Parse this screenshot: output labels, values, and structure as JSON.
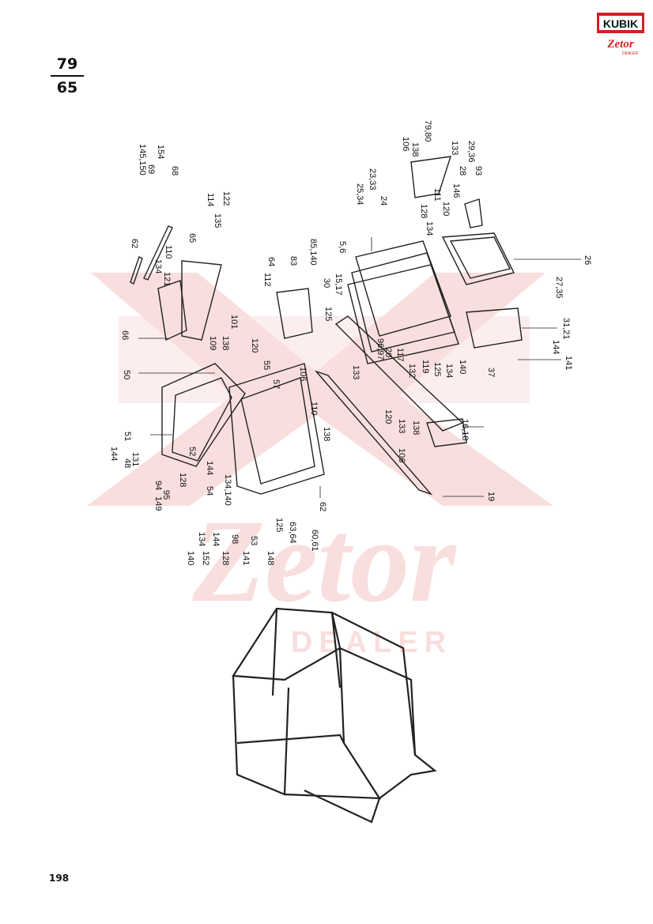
{
  "figure_code": {
    "numerator": "79",
    "denominator": "65"
  },
  "logo": {
    "brand": "KUBIK",
    "subbrand": "Zetor",
    "tag": "DEALER"
  },
  "watermark": {
    "brand": "Zetor",
    "tag": "DEALER"
  },
  "page_number": "198",
  "callouts": [
    "62",
    "145,150",
    "69",
    "154",
    "68",
    "114",
    "122",
    "65",
    "135",
    "110",
    "134",
    "121",
    "66",
    "109",
    "138",
    "101",
    "112",
    "64",
    "83",
    "85,140",
    "5,6",
    "30",
    "15,17",
    "125",
    "120",
    "106",
    "55",
    "57",
    "50",
    "51",
    "144",
    "131",
    "48",
    "52",
    "128",
    "94",
    "95",
    "149",
    "54",
    "134,140",
    "144",
    "140",
    "134",
    "152",
    "144",
    "128",
    "98",
    "141",
    "53",
    "148",
    "125",
    "63,64",
    "62",
    "60,61",
    "110",
    "138",
    "106",
    "133",
    "138",
    "96,97",
    "20",
    "117",
    "132",
    "119",
    "125",
    "134",
    "140",
    "37",
    "16,18",
    "19",
    "25,34",
    "23,33",
    "24",
    "106",
    "138",
    "79,80",
    "133",
    "29,36",
    "28",
    "93",
    "146",
    "128",
    "111",
    "120",
    "134",
    "26",
    "27,35",
    "31,21",
    "144",
    "141",
    "133",
    "120"
  ]
}
